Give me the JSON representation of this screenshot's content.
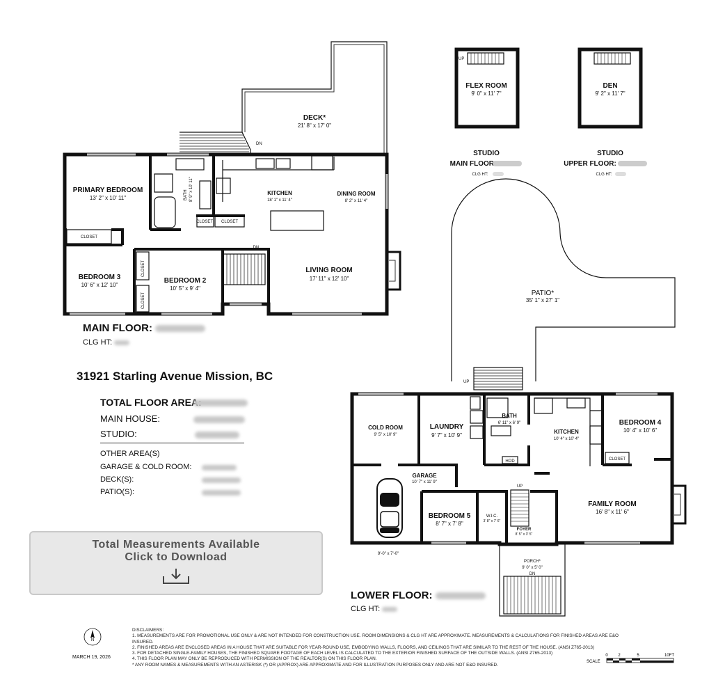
{
  "address": "31921 Starling Avenue Mission, BC",
  "main_floor": {
    "title": "MAIN FLOOR:",
    "clg": "CLG HT:",
    "rooms": {
      "deck": {
        "name": "DECK*",
        "dim": "21' 8\" x 17' 0\""
      },
      "primary": {
        "name": "PRIMARY BEDROOM",
        "dim": "13' 2\" x 10' 11\""
      },
      "bath": {
        "name": "BATH",
        "dim": "8' 9\" x 10' 11\""
      },
      "kitchen": {
        "name": "KITCHEN",
        "dim": "18' 1\" x 11' 4\""
      },
      "dining": {
        "name": "DINING ROOM",
        "dim": "8' 2\" x 11' 4\""
      },
      "living": {
        "name": "LIVING ROOM",
        "dim": "17' 11\" x 12' 10\""
      },
      "bed3": {
        "name": "BEDROOM 3",
        "dim": "10' 6\" x 12' 10\""
      },
      "bed2": {
        "name": "BEDROOM 2",
        "dim": "10' 5\" x 9' 4\""
      },
      "closet": "CLOSET",
      "dn": "DN"
    }
  },
  "studio_main": {
    "room": "FLEX ROOM",
    "dim": "9' 0\" x 11' 7\"",
    "line1": "STUDIO",
    "line2": "MAIN FLOOR:",
    "clg": "CLG HT:",
    "up": "UP"
  },
  "studio_upper": {
    "room": "DEN",
    "dim": "9' 2\" x 11' 7\"",
    "line1": "STUDIO",
    "line2": "UPPER FLOOR:",
    "clg": "CLG HT:"
  },
  "patio": {
    "name": "PATIO*",
    "dim": "35' 1\" x 27' 1\""
  },
  "lower_floor": {
    "title": "LOWER FLOOR:",
    "clg": "CLG HT:",
    "rooms": {
      "cold": {
        "name": "COLD ROOM",
        "dim": "9' 5\" x 10' 9\""
      },
      "laundry": {
        "name": "LAUNDRY",
        "dim": "9' 7\" x 10' 9\""
      },
      "bath": {
        "name": "BATH",
        "dim": "6' 11\" x 6' 9\""
      },
      "kitchen": {
        "name": "KITCHEN",
        "dim": "10' 4\" x 10' 4\""
      },
      "bed4": {
        "name": "BEDROOM 4",
        "dim": "10' 4\" x 10' 6\""
      },
      "garage": {
        "name": "GARAGE",
        "dim": "10' 7\" x 11' 9\""
      },
      "bed5": {
        "name": "BEDROOM 5",
        "dim": "8' 7\" x 7' 8\""
      },
      "wic": {
        "name": "W.I.C.",
        "dim": "3' 8\" x 7' 6\""
      },
      "foyer": {
        "name": "FOYER",
        "dim": "8' 5\" x 3' 5\""
      },
      "family": {
        "name": "FAMILY ROOM",
        "dim": "16' 8\" x 11' 6\""
      },
      "porch": {
        "name": "PORCH*",
        "dim": "9' 0\" x 5' 0\""
      },
      "hod": "HOD",
      "closet": "CLOSET",
      "up": "UP",
      "dn": "DN",
      "door": "9'-0\" x 7'-0\""
    }
  },
  "areas": {
    "total": "TOTAL FLOOR AREA:",
    "main_house": "MAIN HOUSE:",
    "studio": "STUDIO:",
    "other": "OTHER AREA(S)",
    "garage_cold": "GARAGE & COLD ROOM:",
    "decks": "DECK(S):",
    "patios": "PATIO(S):"
  },
  "download": {
    "line1": "Total Measurements Available",
    "line2": "Click to Download"
  },
  "disclaimers": {
    "heading": "DISCLAIMERS:",
    "items": [
      "1. MEASUREMENTS ARE FOR PROMOTIONAL USE ONLY & ARE NOT INTENDED FOR CONSTRUCTION USE. ROOM DIMENSIONS & CLG HT ARE APPROXIMATE. MEASUREMENTS & CALCULATIONS FOR FINISHED AREAS ARE E&O INSURED.",
      "2. FINISHED AREAS ARE ENCLOSED AREAS IN A HOUSE THAT ARE SUITABLE FOR YEAR-ROUND USE, EMBODYING WALLS, FLOORS, AND CEILINGS THAT ARE SIMILAR TO THE REST OF THE HOUSE. (ANSI Z765-2013)",
      "3. FOR DETACHED SINGLE-FAMILY HOUSES, THE FINISHED SQUARE FOOTAGE OF EACH LEVEL IS CALCULATED TO THE EXTERIOR FINISHED SURFACE OF THE OUTSIDE WALLS. (ANSI Z765-2013)",
      "4. THIS FLOOR PLAN MAY ONLY BE REPRODUCED WITH PERMISSION OF THE REALTOR(S) ON THIS FLOOR PLAN.",
      "* ANY ROOM NAMES & MEASUREMENTS WITH AN ASTERISK (*) OR (APPROX) ARE APPROXIMATE AND FOR ILLUSTRATION PURPOSES ONLY AND ARE NOT E&O INSURED."
    ]
  },
  "date": "MARCH 19, 2026",
  "north": "N",
  "scale": {
    "label": "SCALE",
    "ticks": [
      "0",
      "2",
      "5",
      "10FT"
    ]
  }
}
